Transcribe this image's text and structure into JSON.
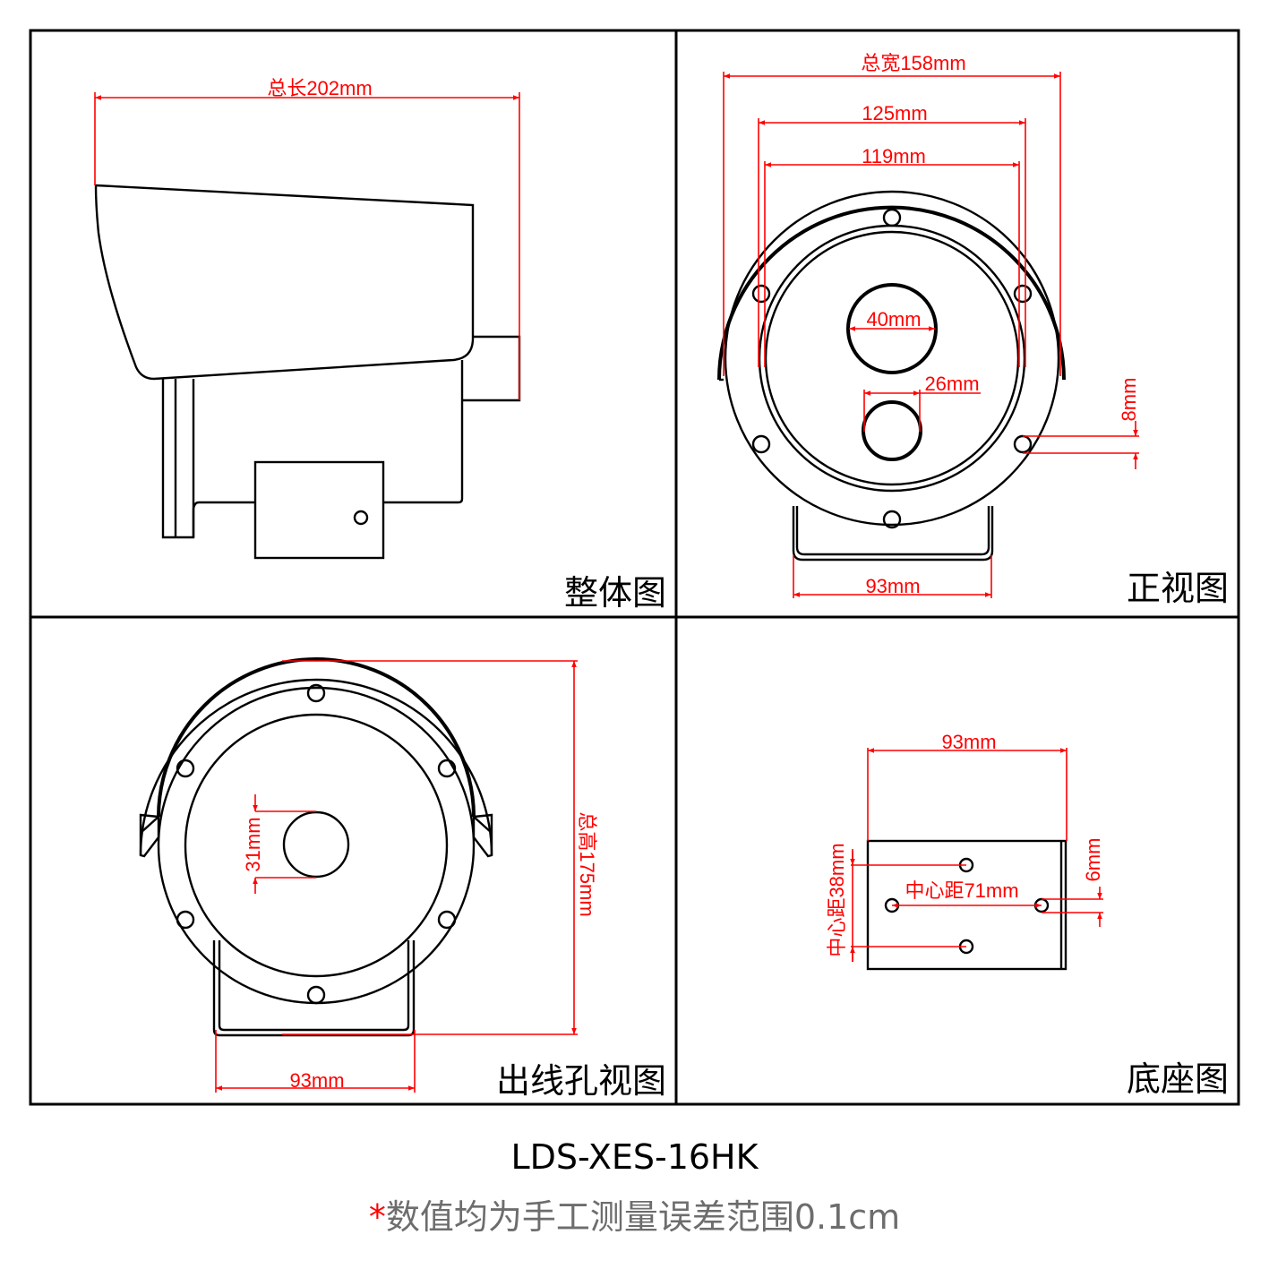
{
  "colors": {
    "dimension": "#ff0000",
    "outline": "#000000",
    "note_text": "#6d6d6d"
  },
  "panels": {
    "overall": {
      "title": "整体图",
      "dims": {
        "total_length": "总长202mm"
      }
    },
    "front": {
      "title": "正视图",
      "dims": {
        "total_width": "总宽158mm",
        "width_125": "125mm",
        "width_119": "119mm",
        "lens_diameter": "40mm",
        "sensor_diameter": "26mm",
        "hole_diameter": "8mm",
        "base_width": "93mm"
      }
    },
    "cable_outlet": {
      "title": "出线孔视图",
      "dims": {
        "total_height": "总高175mm",
        "outlet_diameter": "31mm",
        "base_width": "93mm"
      }
    },
    "base": {
      "title": "底座图",
      "dims": {
        "width": "93mm",
        "vertical_center_distance": "中心距38mm",
        "horizontal_center_distance": "中心距71mm",
        "hole_diameter": "6mm"
      }
    }
  },
  "footer": {
    "model": "LDS-XES-16HK",
    "note_star": "*",
    "note": "数值均为手工测量误差范围0.1cm"
  }
}
